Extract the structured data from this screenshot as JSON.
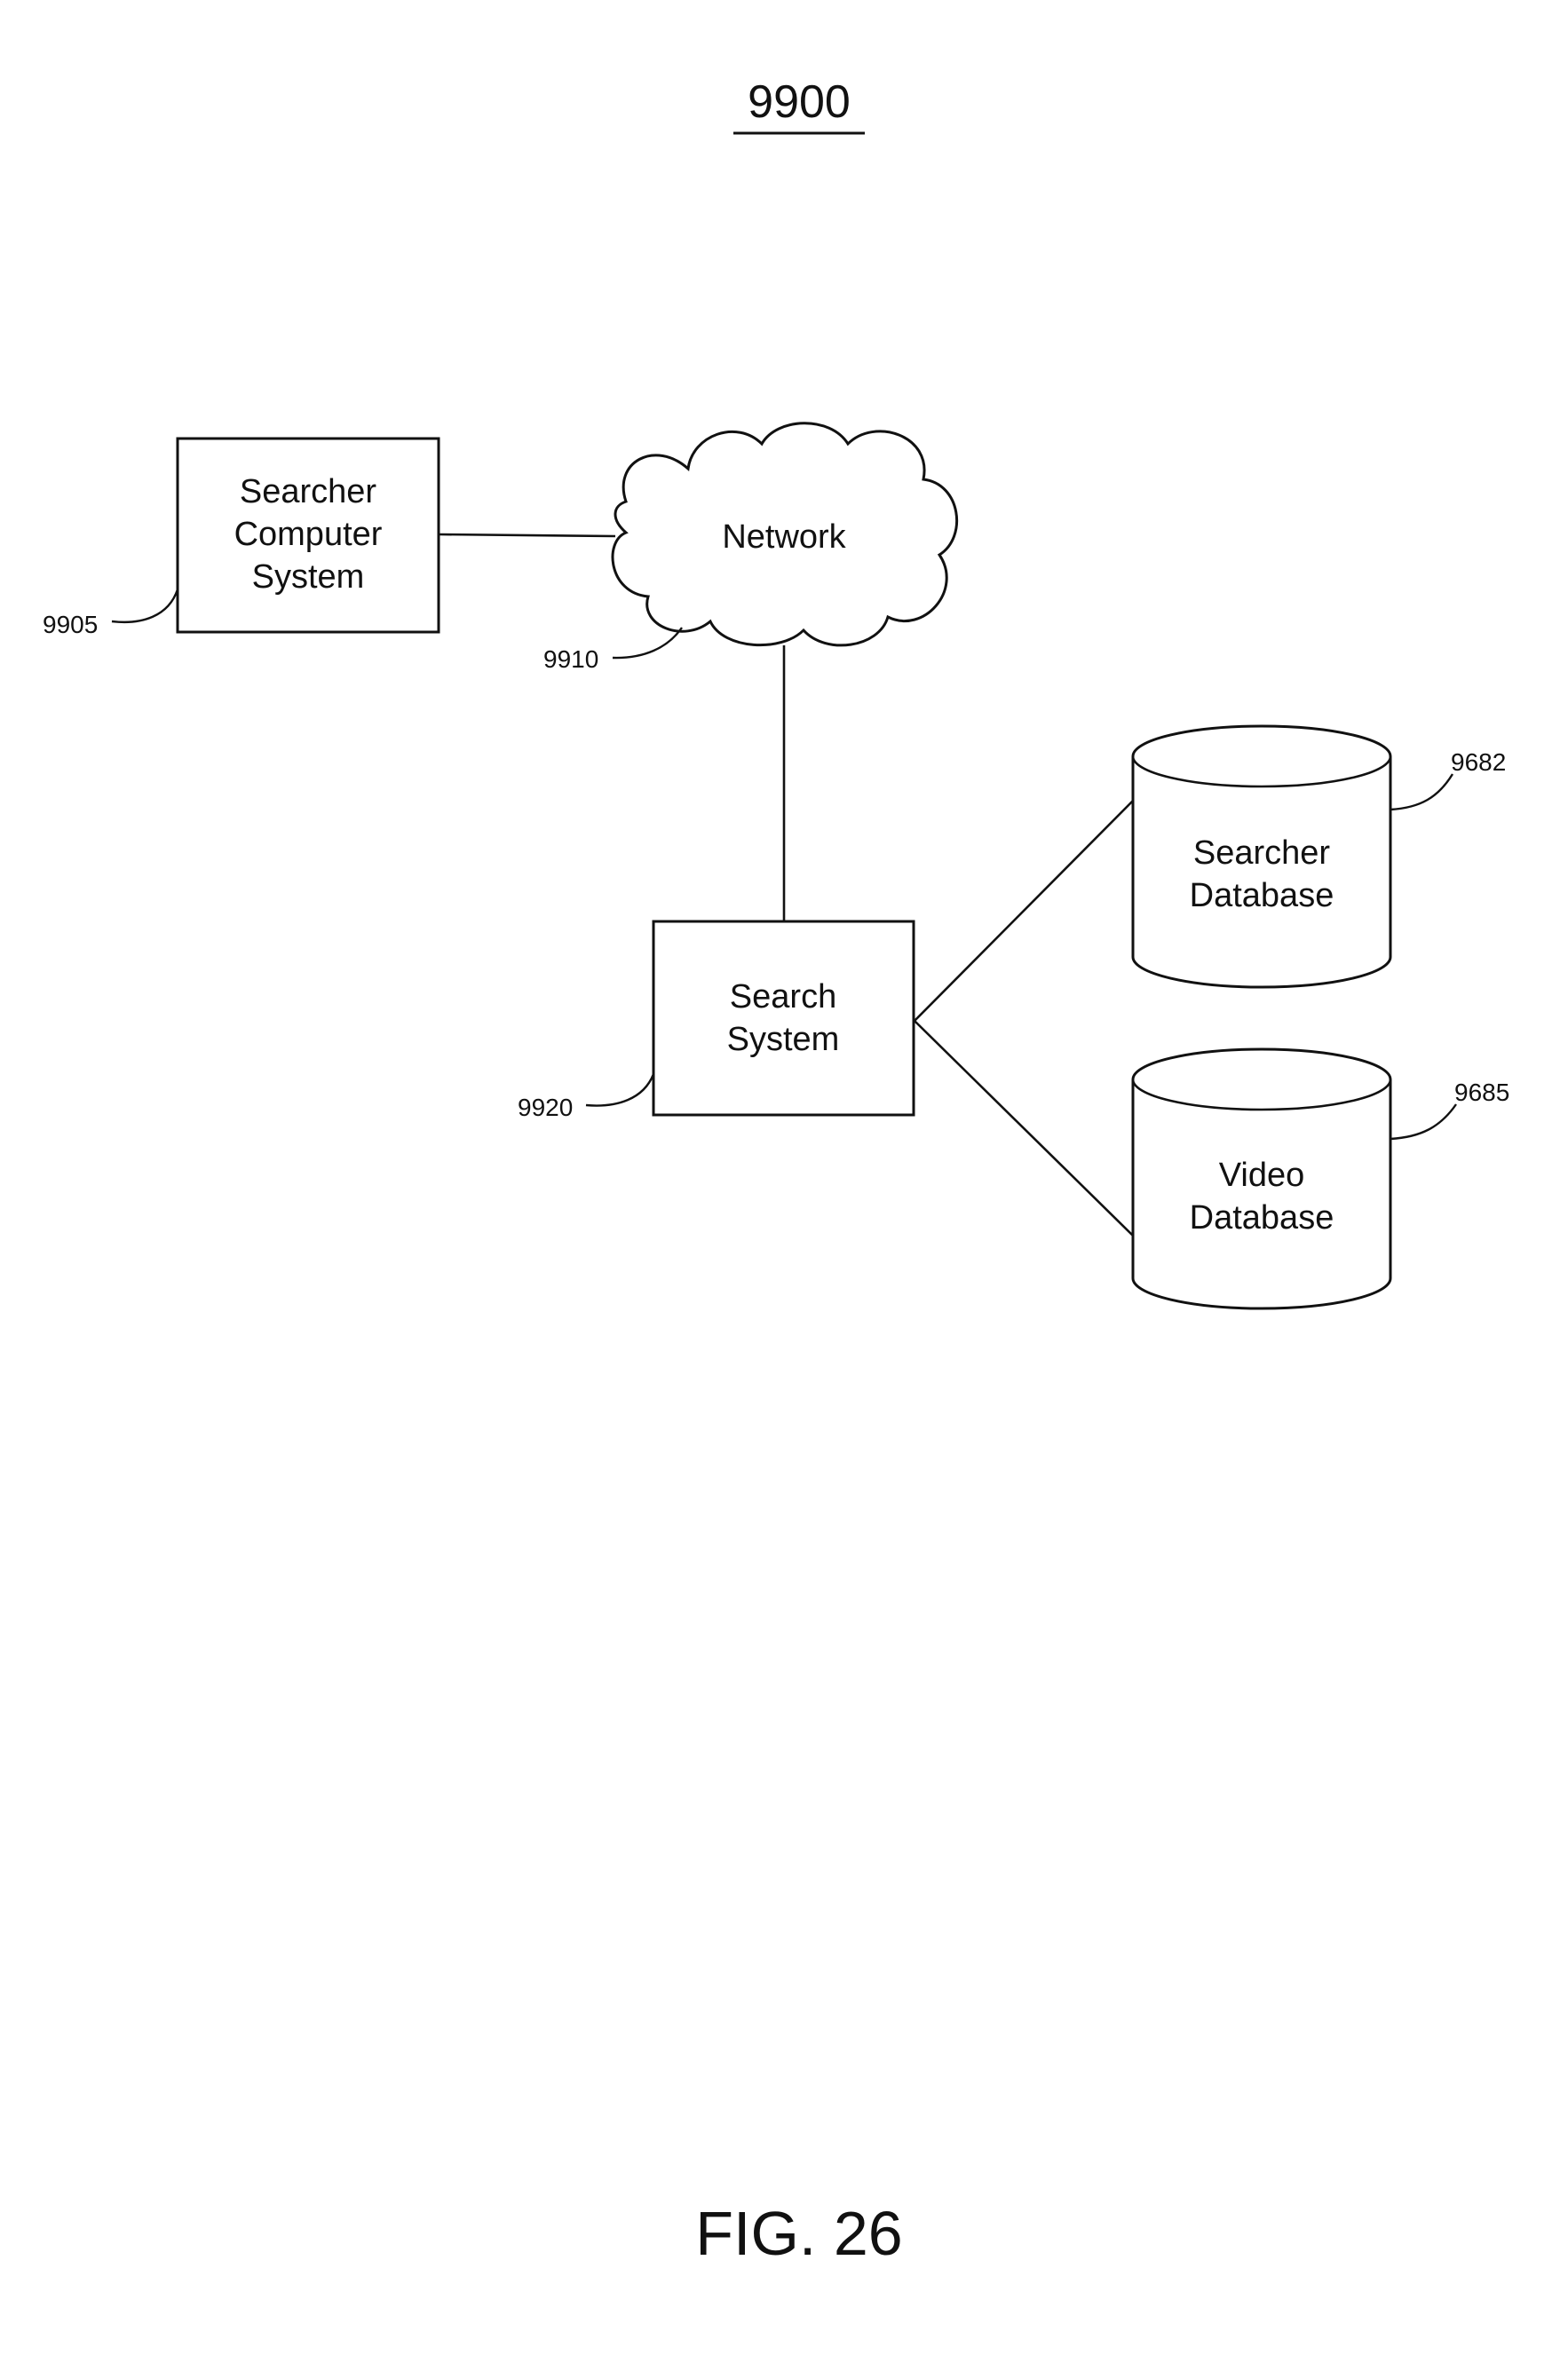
{
  "figure": {
    "number": "9900",
    "caption": "FIG. 26"
  },
  "nodes": {
    "searcher_computer": {
      "lines": [
        "Searcher",
        "Computer",
        "System"
      ],
      "ref": "9905"
    },
    "network": {
      "label": "Network",
      "ref": "9910"
    },
    "search_system": {
      "lines": [
        "Search",
        "System"
      ],
      "ref": "9920"
    },
    "searcher_database": {
      "lines": [
        "Searcher",
        "Database"
      ],
      "ref": "9682"
    },
    "video_database": {
      "lines": [
        "Video",
        "Database"
      ],
      "ref": "9685"
    }
  },
  "connections": [
    {
      "from": "searcher_computer",
      "to": "network"
    },
    {
      "from": "network",
      "to": "search_system"
    },
    {
      "from": "search_system",
      "to": "searcher_database"
    },
    {
      "from": "search_system",
      "to": "video_database"
    }
  ]
}
